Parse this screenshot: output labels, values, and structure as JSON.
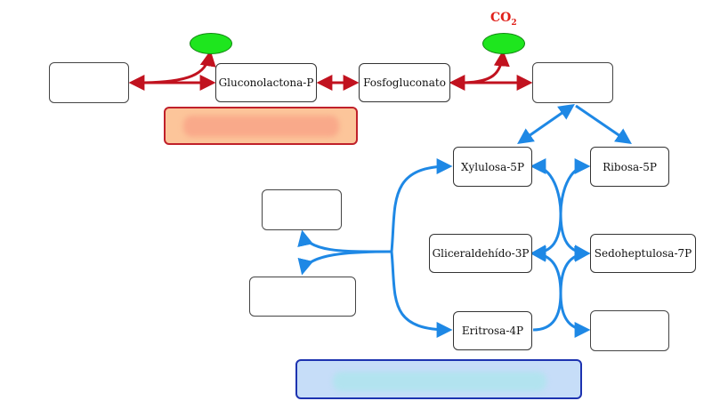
{
  "nodes": {
    "gluconolactona": "Gluconolactona-P",
    "fosfogluconato": "Fosfogluconato",
    "xylulosa": "Xylulosa-5P",
    "ribosa": "Ribosa-5P",
    "gliceraldehido": "Gliceraldehído-3P",
    "sedoheptulosa": "Sedoheptulosa-7P",
    "eritrosa": "Eritrosa-4P"
  },
  "co2": {
    "base": "CO",
    "subscript": "2"
  },
  "colors": {
    "oxidative_arrows": "#c1121f",
    "nonoxidative_arrows": "#1e88e5",
    "ellipse_fill": "#1ee61e",
    "co2_text": "#e0211b",
    "red_box_fill": "#fcc59a",
    "red_box_border": "#c0202a",
    "blue_box_fill": "#c6ddf8",
    "blue_box_border": "#1d33b0"
  }
}
